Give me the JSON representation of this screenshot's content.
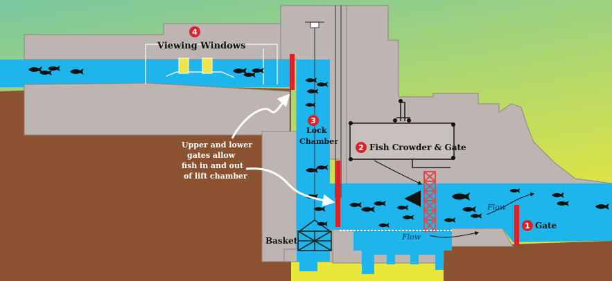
{
  "colors": {
    "sky_top": "#79c7a0",
    "sky_bottom": "#e9e83a",
    "water": "#1eb4ec",
    "concrete": "#bdb5b1",
    "earth": "#8a5230",
    "gate": "#d8232a",
    "badge": "#d8232a",
    "crowder": "#e24a4a"
  },
  "labels": {
    "viewing_windows": {
      "number": "4",
      "text": "Viewing Windows"
    },
    "lock_chamber": {
      "number": "3",
      "line1": "Lock",
      "line2": "Chamber"
    },
    "fish_crowder": {
      "number": "2",
      "text": "Fish Crowder  & Gate"
    },
    "gate": {
      "number": "1",
      "text": "Gate"
    },
    "basket": "Basket",
    "flow_upper": "Flow",
    "flow_lower": "Flow",
    "gates_note": [
      "Upper and lower",
      "gates allow",
      "fish in and out",
      "of lift chamber"
    ]
  }
}
